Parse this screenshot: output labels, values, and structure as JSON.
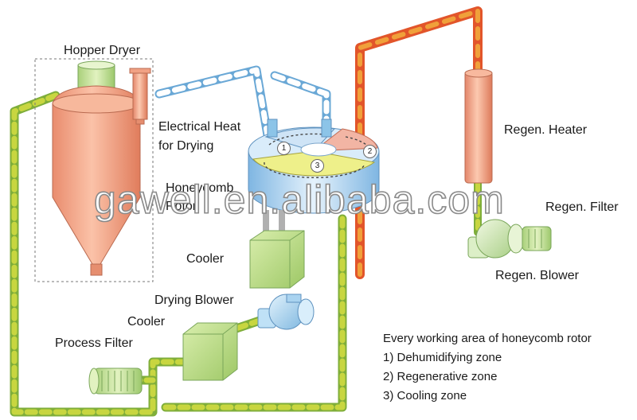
{
  "labels": {
    "hopper_dryer": "Hopper Dryer",
    "electrical_heat": "Electrical Heat",
    "for_drying": "for Drying",
    "honeycomb": "Honeycomb",
    "rotor": "Rotor",
    "cooler_upper": "Cooler",
    "drying_blower": "Drying Blower",
    "cooler_lower": "Cooler",
    "process_filter": "Process Filter",
    "regen_heater": "Regen. Heater",
    "regen_filter": "Regen. Filter",
    "regen_blower": "Regen. Blower"
  },
  "zones": {
    "z1": "1",
    "z2": "2",
    "z3": "3"
  },
  "legend": {
    "title": "Every working area of honeycomb rotor",
    "items": [
      "1) Dehumidifying zone",
      "2) Regenerative zone",
      "3) Cooling zone"
    ]
  },
  "watermark": "gawell.en.alibaba.com",
  "colors": {
    "pipe_process": "#c8d640",
    "pipe_process_stripe": "#7fae3a",
    "pipe_dry_air": "#8cc4e8",
    "pipe_regen": "#e2552a",
    "pipe_regen_stripe": "#f0a03a",
    "hopper": "#f4a88c",
    "cooler": "#b8da7e",
    "rotor_blue": "#9cc9ec",
    "regen_heater": "#f2a184",
    "blower_green": "#cfe8b4",
    "blower_blue": "#a9d3f0"
  }
}
